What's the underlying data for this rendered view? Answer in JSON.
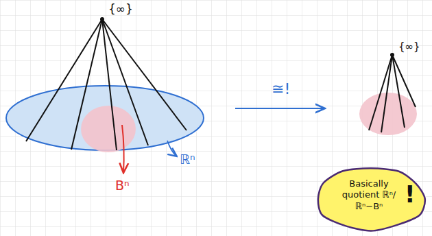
{
  "diagram": {
    "nodes": [
      {
        "text": [
          "Basically quotient ℝⁿ/ℝⁿ−Bⁿ",
          "!"
        ]
      }
    ],
    "labels": [
      "{∞}",
      "ℝⁿ",
      "Bⁿ",
      "≅!",
      "{∞}"
    ]
  }
}
